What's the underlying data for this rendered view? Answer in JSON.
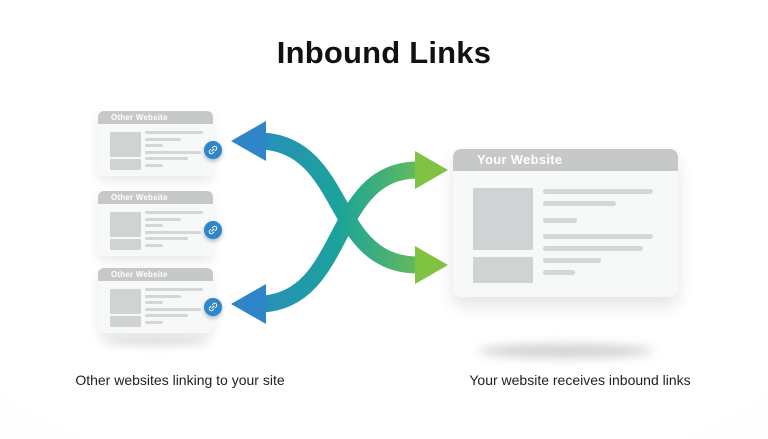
{
  "title": "Inbound Links",
  "left": {
    "cards": [
      {
        "header": "Other Website"
      },
      {
        "header": "Other Website"
      },
      {
        "header": "Other Website"
      }
    ],
    "card_line_widths": [
      58,
      36,
      18,
      56,
      43,
      18
    ],
    "caption": "Other websites linking to your site"
  },
  "right": {
    "card": {
      "header": "Your Website"
    },
    "card_line_widths": [
      110,
      73,
      34,
      110,
      100,
      58,
      32
    ],
    "caption": "Your website receives inbound links"
  },
  "icons": {
    "card_badge": "link-icon"
  },
  "colors": {
    "arrow_blue": "#2e86c8",
    "arrow_teal": "#1ba39a",
    "arrow_green": "#80c342",
    "badge_blue": "#2e86c8",
    "card_header": "#c6c8ca",
    "card_body": "#f7f8f8",
    "placeholder": "#d0d2d4",
    "title_color": "#121212"
  }
}
